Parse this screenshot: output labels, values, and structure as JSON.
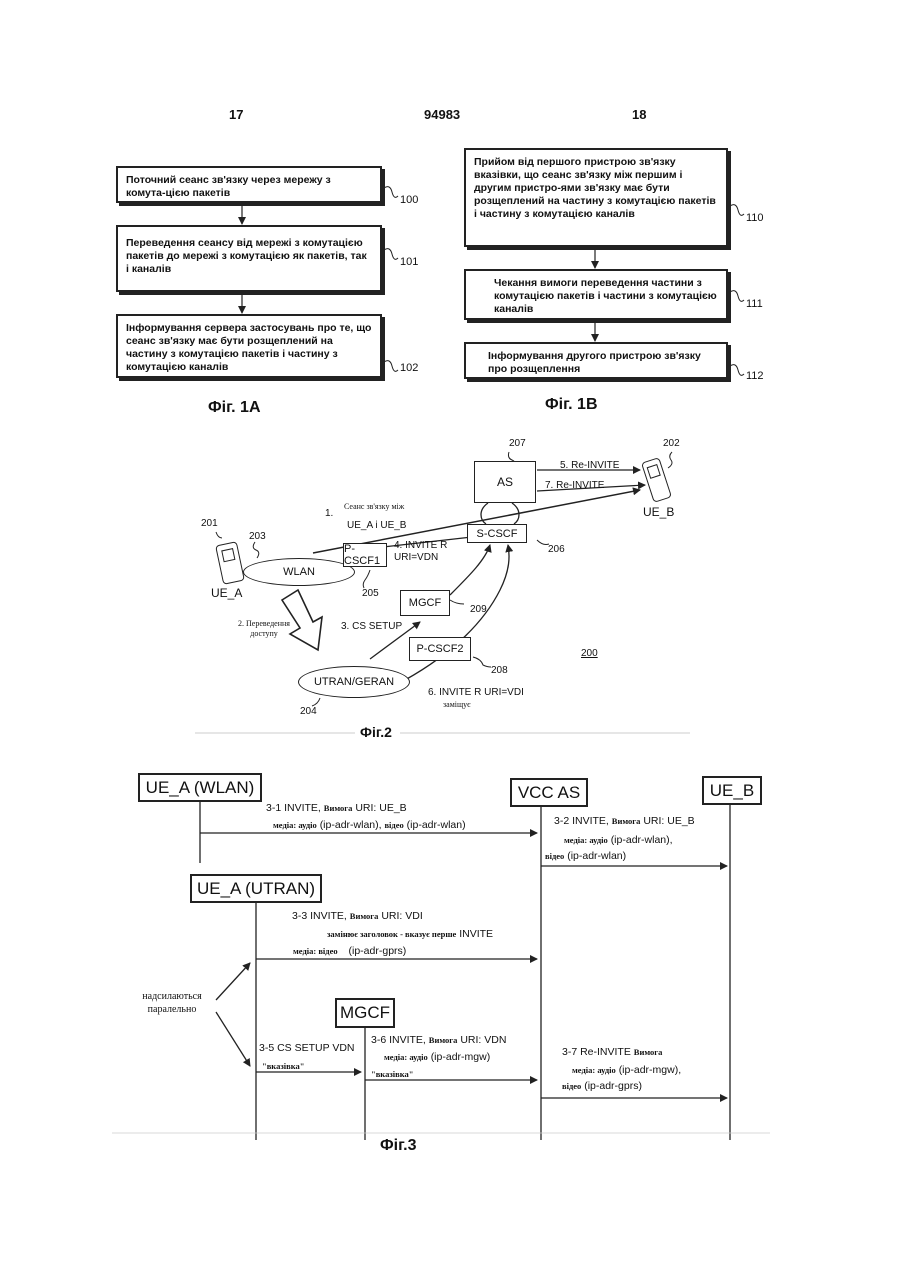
{
  "header": {
    "left_page": "17",
    "patent_number": "94983",
    "right_page": "18"
  },
  "fig1a": {
    "caption": "Фіг. 1А",
    "steps": [
      {
        "text": "Поточний сеанс зв'язку через мережу з комута-цією пакетів",
        "ref": "100"
      },
      {
        "text": "Переведення сеансу від мережі з комутацією пакетів до мережі з комутацією як пакетів, так і каналів",
        "ref": "101"
      },
      {
        "text": "Інформування сервера застосувань про те, що сеанс зв'язку має бути розщеплений на частину з комутацією пакетів і частину з комутацією каналів",
        "ref": "102"
      }
    ]
  },
  "fig1b": {
    "caption": "Фіг. 1В",
    "steps": [
      {
        "text": "Прийом від першого пристрою зв'язку вказівки, що сеанс зв'язку між першим і другим пристро-ями зв'язку має бути розщеплений на частину з комутацією пакетів і частину з комутацією каналів",
        "ref": "110"
      },
      {
        "text": "Чекання вимоги переведення частини з комутацією пакетів і частини з комутацією каналів",
        "ref": "111"
      },
      {
        "text": "Інформування другого пристрою зв'язку про розщеплення",
        "ref": "112"
      }
    ]
  },
  "fig2": {
    "caption": "Фіг.2",
    "system_ref": "200",
    "nodes": {
      "as": "AS",
      "scscf": "S-CSCF",
      "pcscf1": "P-CSCF1",
      "mgcf": "MGCF",
      "pcscf2": "P-CSCF2",
      "wlan": "WLAN",
      "utran": "UTRAN/GERAN",
      "ue_a": "UE_A",
      "ue_b": "UE_B"
    },
    "refs": {
      "ue_a": "201",
      "ue_b": "202",
      "wlan": "203",
      "utran": "204",
      "pcscf1": "205",
      "scscf": "206",
      "as": "207",
      "pcscf2": "208",
      "mgcf": "209"
    },
    "labels": {
      "step1_num": "1.",
      "step1_text": "Сеанс зв'язку між",
      "step1_ues": "UE_A  і  UE_B",
      "step2": "2. Переведення доступу",
      "step3": "3. CS SETUP",
      "step4": "4. INVITE R URI=VDN",
      "step5": "5. Re-INVITE",
      "step6": "6. INVITE R URI=VDI",
      "step6_sub": "заміщує",
      "step7": "7. Re-INVITE"
    }
  },
  "fig3": {
    "caption": "Фіг.3",
    "entities": {
      "ue_a_wlan": "UE_A (WLAN)",
      "vcc_as": "VCC AS",
      "ue_b": "UE_B",
      "ue_a_utran": "UE_A (UTRAN)",
      "mgcf": "MGCF"
    },
    "parallel_note": "надсилаються паралельно",
    "messages": {
      "m31_a": "3-1 INVITE,",
      "m31_b": "Вимога",
      "m31_c": "URI: UE_B",
      "m31_d": "медіа: аудіо",
      "m31_e": "(ip-adr-wlan),",
      "m31_f": "відео",
      "m31_g": "(ip-adr-wlan)",
      "m32_a": "3-2 INVITE,",
      "m32_b": "Вимога",
      "m32_c": "URI: UE_B",
      "m32_d": "медіа: аудіо",
      "m32_e": "(ip-adr-wlan),",
      "m32_f": "відео",
      "m32_g": "(ip-adr-wlan)",
      "m33_a": "3-3 INVITE,",
      "m33_b": "Вимога",
      "m33_c": "URI: VDI",
      "m33_d": "замінює заголовок - вказує перше",
      "m33_e": "INVITE",
      "m33_f": "медіа: відео",
      "m33_g": "(ip-adr-gprs)",
      "m35_a": "3-5 CS SETUP VDN",
      "m35_b": "\"вказівка\"",
      "m36_a": "3-6 INVITE,",
      "m36_b": "Вимога",
      "m36_c": "URI: VDN",
      "m36_d": "медіа: аудіо",
      "m36_e": "(ip-adr-mgw)",
      "m36_f": "\"вказівка\"",
      "m37_a": "3-7 Re-INVITE",
      "m37_b": "Вимога",
      "m37_d": "медіа: аудіо",
      "m37_e": "(ip-adr-mgw),",
      "m37_f": "відео",
      "m37_g": "(ip-adr-gprs)"
    }
  }
}
